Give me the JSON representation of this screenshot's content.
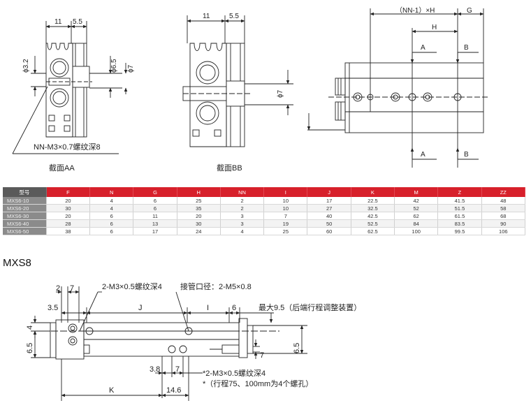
{
  "top_drawings": {
    "aa": {
      "dim_11": "11",
      "dim_5_5": "5.5",
      "dim_phi_3_2": "ϕ3.2",
      "dim_phi_6_5": "ϕ6.5",
      "dim_phi_7": "ϕ7",
      "note": "NN-M3×0.7螺纹深8",
      "caption": "截面AA"
    },
    "bb": {
      "dim_11": "11",
      "dim_5_5": "5.5",
      "dim_phi_7": "ϕ7",
      "caption": "截面BB"
    },
    "side": {
      "dim_nn_h": "（NN-1）×H",
      "dim_g": "G",
      "dim_h": "H",
      "label_a_top": "A",
      "label_b_top": "B",
      "label_a_bottom": "A",
      "label_b_bottom": "B"
    }
  },
  "table": {
    "headers": [
      "型号",
      "F",
      "N",
      "G",
      "H",
      "NN",
      "I",
      "J",
      "K",
      "M",
      "Z",
      "ZZ"
    ],
    "rows": [
      [
        "MXS6-10",
        "20",
        "4",
        "6",
        "25",
        "2",
        "10",
        "17",
        "22.5",
        "42",
        "41.5",
        "48"
      ],
      [
        "MXS6-20",
        "30",
        "4",
        "6",
        "35",
        "2",
        "10",
        "27",
        "32.5",
        "52",
        "51.5",
        "58"
      ],
      [
        "MXS6-30",
        "20",
        "6",
        "11",
        "20",
        "3",
        "7",
        "40",
        "42.5",
        "62",
        "61.5",
        "68"
      ],
      [
        "MXS6-40",
        "28",
        "6",
        "13",
        "30",
        "3",
        "19",
        "50",
        "52.5",
        "84",
        "83.5",
        "90"
      ],
      [
        "MXS6-50",
        "38",
        "6",
        "17",
        "24",
        "4",
        "25",
        "60",
        "62.5",
        "100",
        "99.5",
        "106"
      ]
    ]
  },
  "section_title": "MXS8",
  "bottom_drawing": {
    "dim_2": "2",
    "dim_7_top": "7",
    "dim_3_5": "3.5",
    "dim_4": "4",
    "dim_6_5_left": "6.5",
    "dim_j": "J",
    "dim_i": "I",
    "dim_6": "6",
    "dim_7_right": "7",
    "dim_6_5_right": "6.5",
    "dim_3_8": "3.8",
    "dim_7_bottom": "7",
    "dim_k": "K",
    "dim_14_6": "14.6",
    "note_thread": "2-M3×0.5螺纹深4",
    "note_port": "接管口径：2-M5×0.8",
    "note_max": "最大9.5（后端行程调整装置）",
    "note_star1": "*2-M3×0.5螺纹深4",
    "note_star2": "*（行程75、100mm为4个螺孔）"
  }
}
